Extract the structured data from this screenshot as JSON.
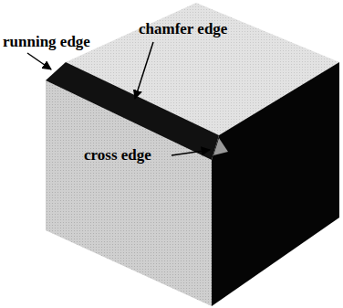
{
  "diagram": {
    "labels": [
      "running edge",
      "chamfer edge",
      "cross edge"
    ]
  }
}
